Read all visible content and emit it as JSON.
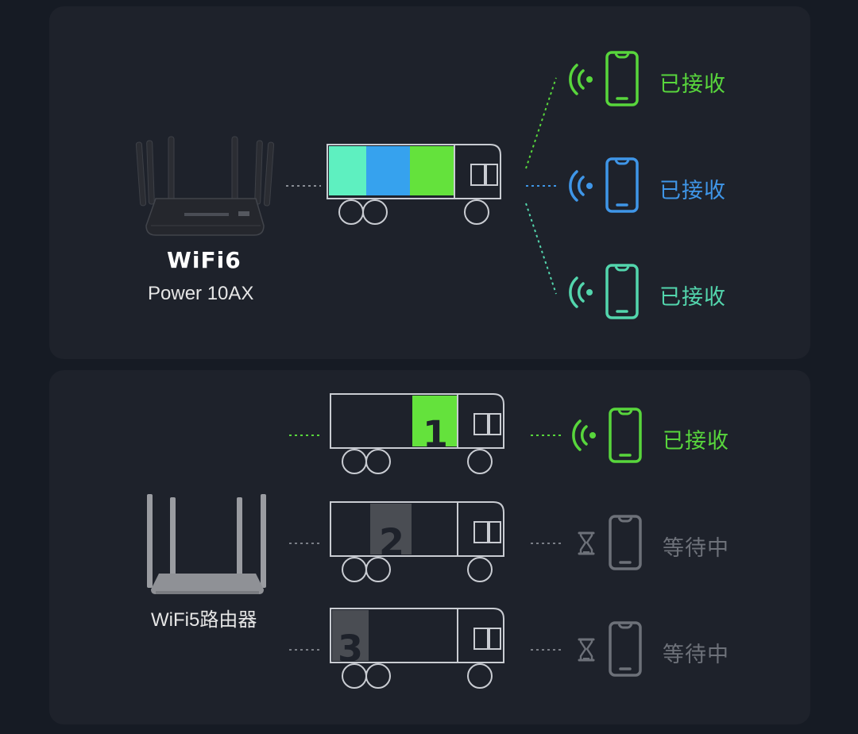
{
  "top": {
    "router_logo": "WiFi6",
    "router_model": "Power 10AX",
    "devices": [
      {
        "status": "已接收",
        "color": "#58d63c"
      },
      {
        "status": "已接收",
        "color": "#3f96e8"
      },
      {
        "status": "已接收",
        "color": "#53d6ad"
      }
    ],
    "cargo_colors": [
      "#5ef0c0",
      "#36a2ee",
      "#64e23c"
    ]
  },
  "bottom": {
    "router_label": "WiFi5路由器",
    "trucks": [
      {
        "number": "1",
        "status": "已接收",
        "color": "#58d63c"
      },
      {
        "number": "2",
        "status": "等待中",
        "color": "#6d7179"
      },
      {
        "number": "3",
        "status": "等待中",
        "color": "#6d7179"
      }
    ]
  },
  "icons": {
    "signal": "wifi-signal-icon",
    "waiting": "hourglass-icon",
    "device": "smartphone-icon"
  }
}
